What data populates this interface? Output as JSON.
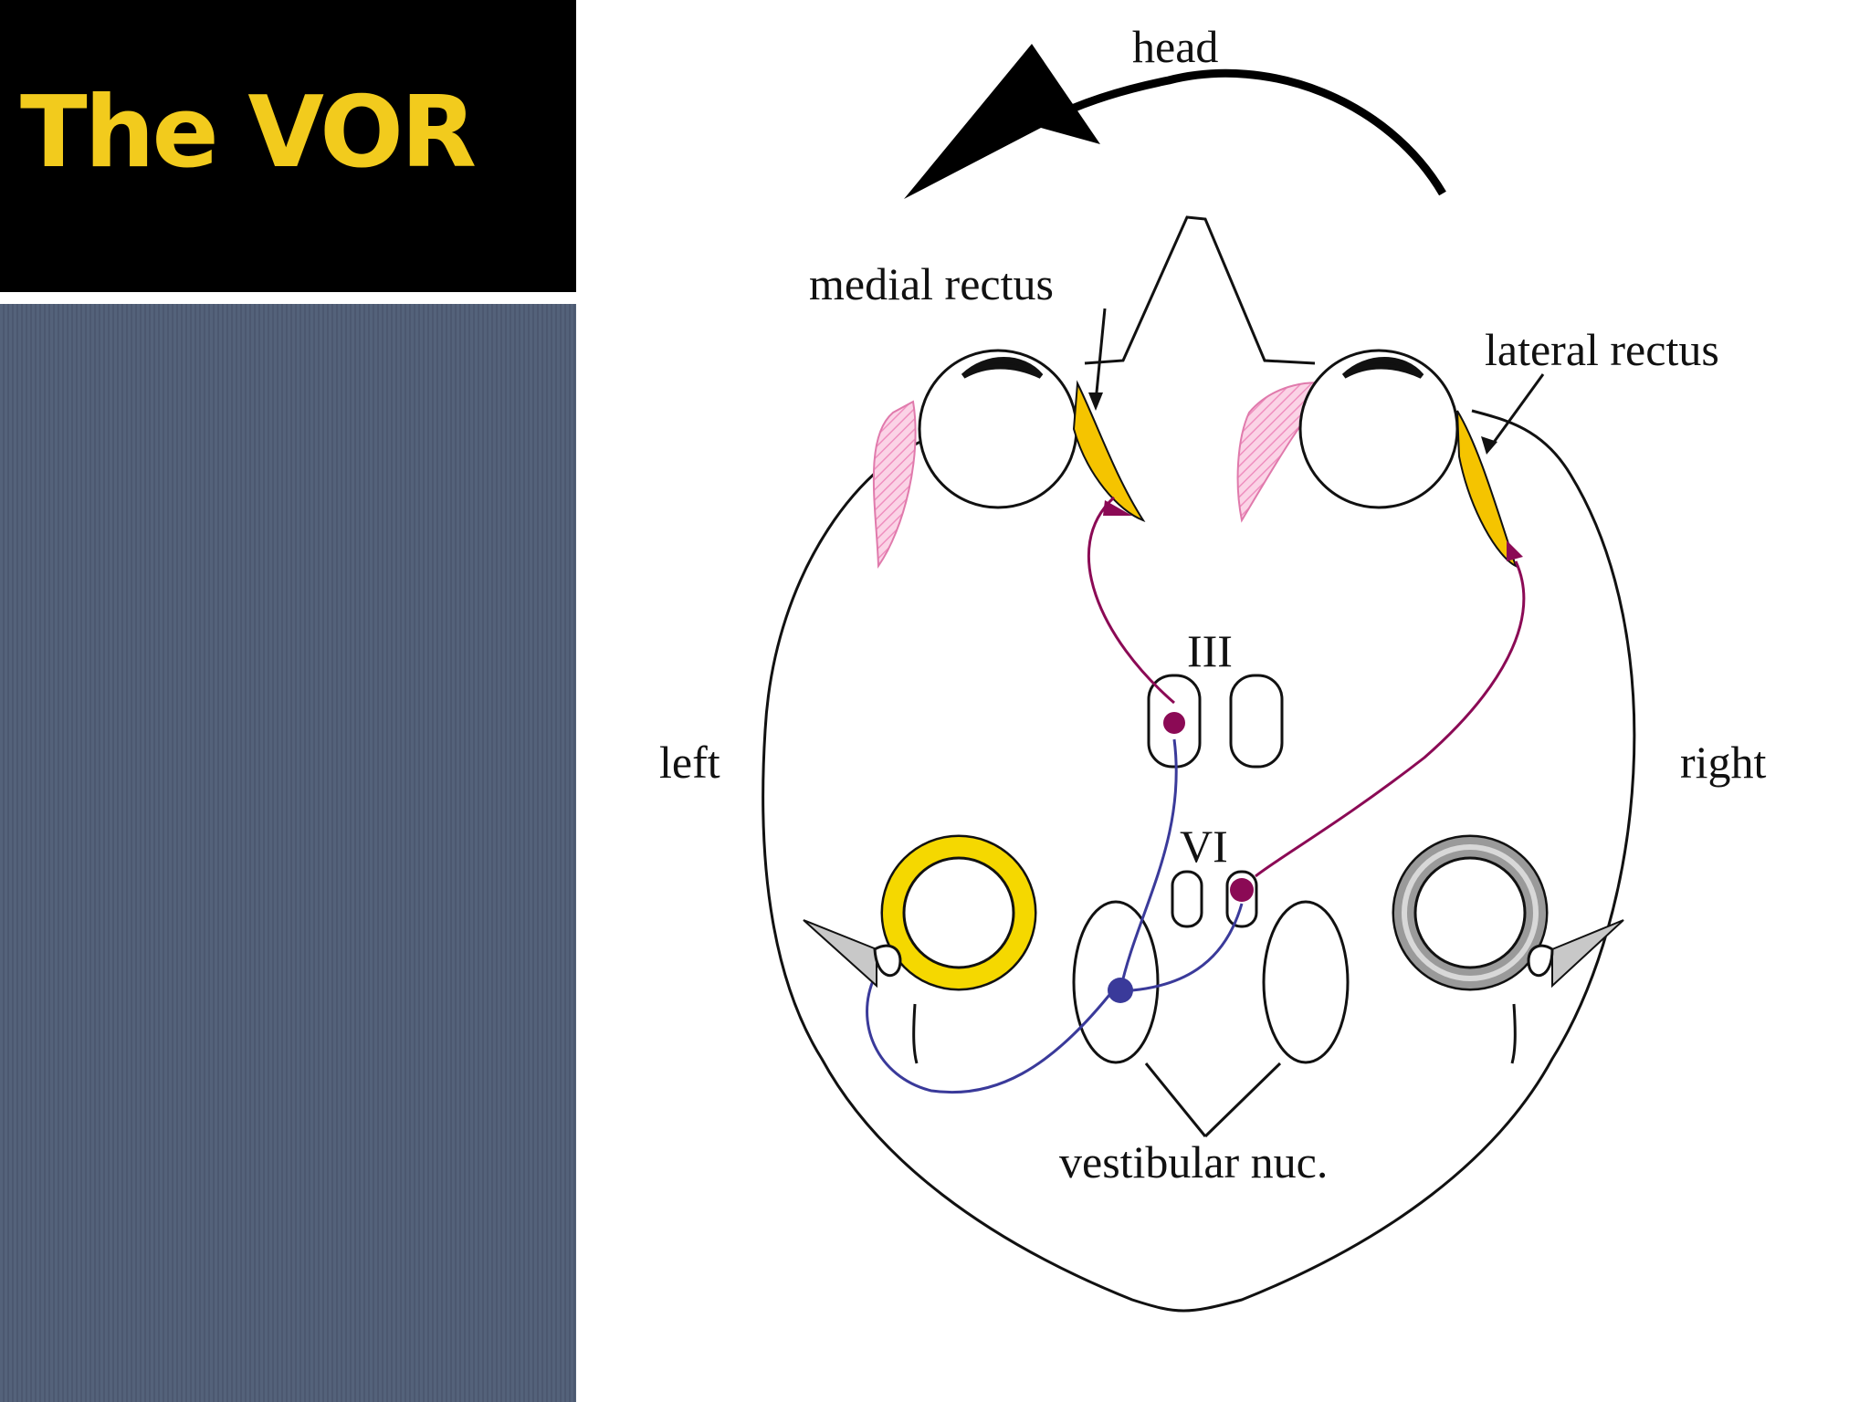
{
  "slide": {
    "title": "The VOR"
  },
  "colors": {
    "title_text": "#f2cb1d",
    "title_background": "#000000",
    "side_panel": "#54627a",
    "muscle_active": "#f5c400",
    "muscle_inactive": "#f4a6c8",
    "motor_neuron": "#8b0a55",
    "vestibular_neuron": "#3a3a9a",
    "canal_active": "#f5d800",
    "canal_inactive": "#9a9a9a"
  },
  "diagram": {
    "labels": {
      "head": "head",
      "medial_rectus": "medial rectus",
      "lateral_rectus": "lateral rectus",
      "nucleus_III": "III",
      "nucleus_VI": "VI",
      "left": "left",
      "right": "right",
      "vestibular_nuc": "vestibular nuc."
    }
  }
}
